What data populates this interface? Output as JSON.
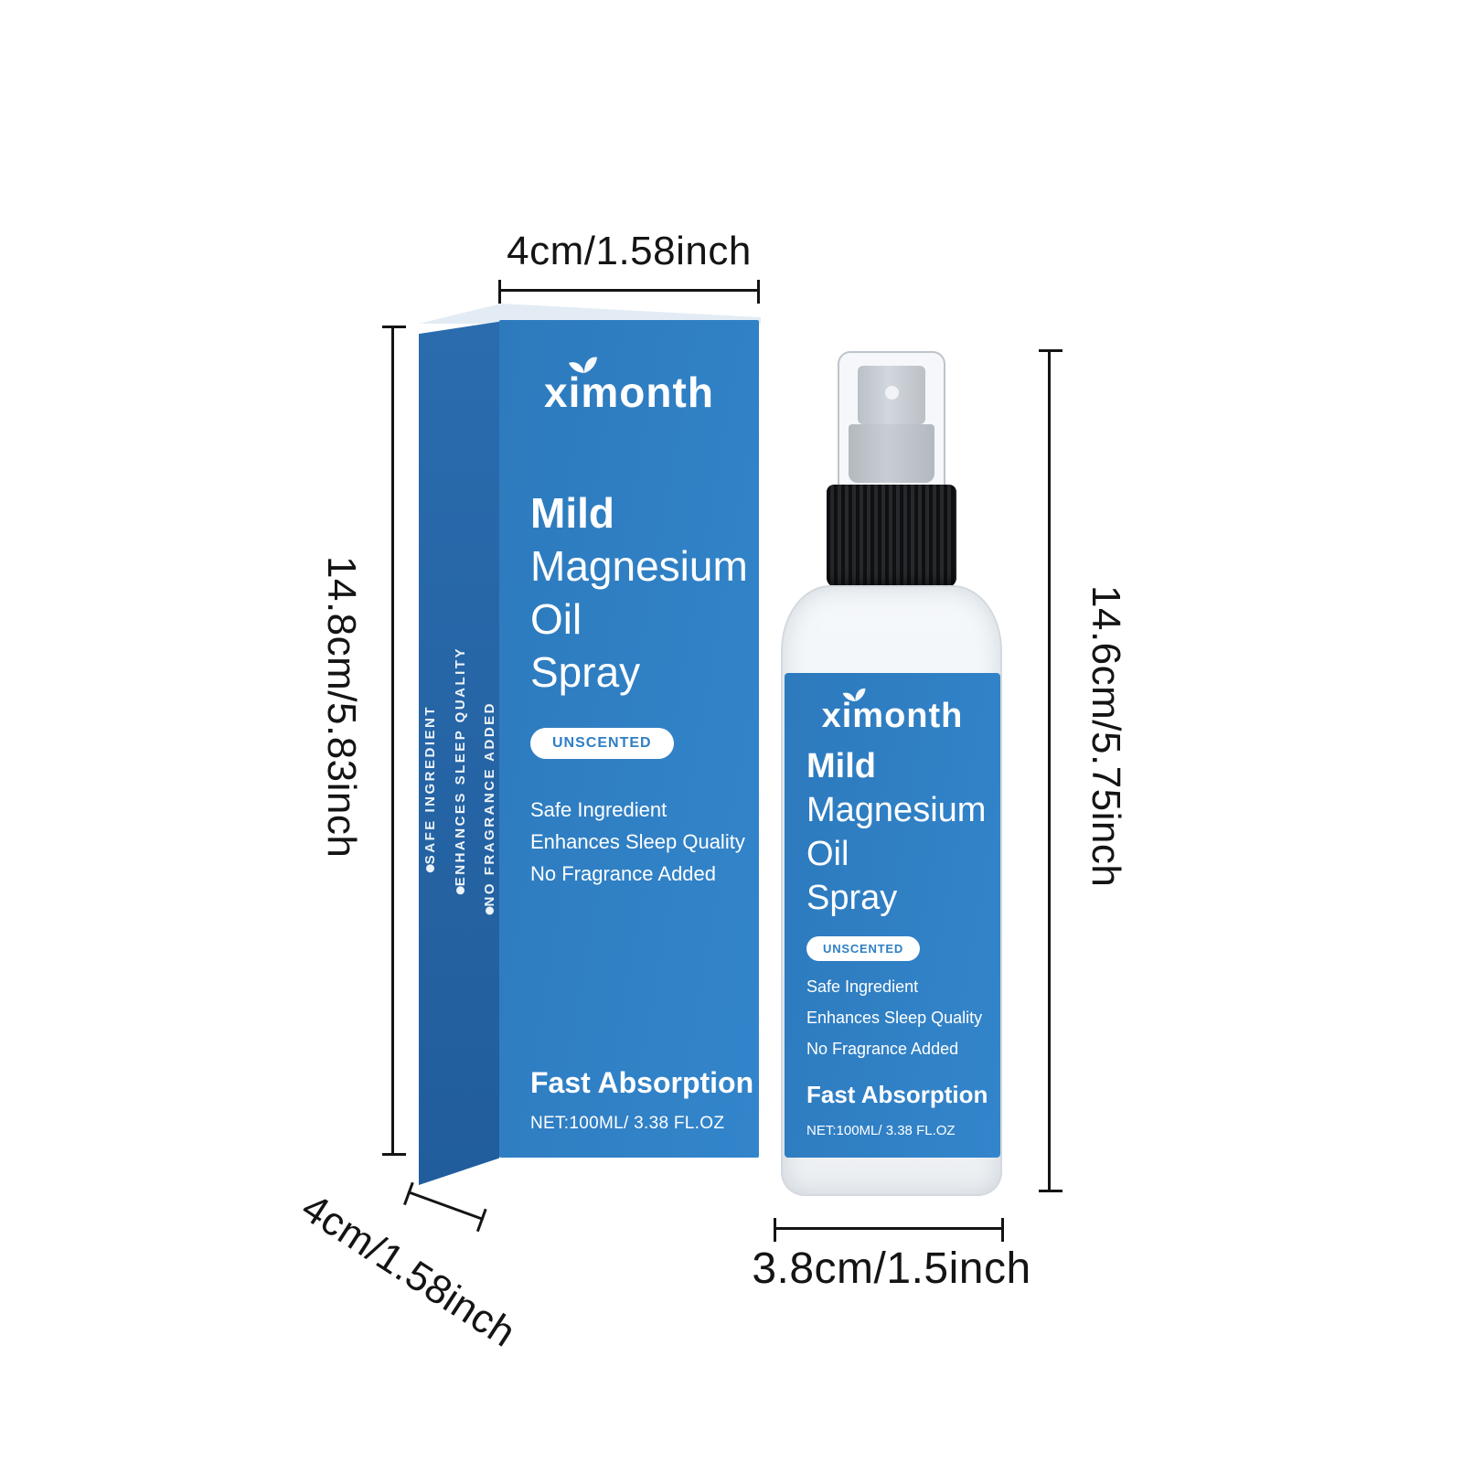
{
  "dimensions": {
    "box_width": "4cm/1.58inch",
    "box_height": "14.8cm/5.83inch",
    "box_depth": "4cm/1.58inch",
    "bottle_height": "14.6cm/5.75inch",
    "bottle_width": "3.8cm/1.5inch"
  },
  "product": {
    "brand": "ximonth",
    "title_lines": [
      "Mild",
      "Magnesium",
      "Oil",
      "Spray"
    ],
    "badge": "UNSCENTED",
    "features": [
      "Safe Ingredient",
      "Enhances Sleep Quality",
      "No Fragrance Added"
    ],
    "tagline": "Fast Absorption",
    "net": "NET:100ML/ 3.38 FL.OZ",
    "side_text": [
      "SAFE INGREDIENT",
      "ENHANCES SLEEP QUALITY",
      "NO FRAGRANCE ADDED"
    ]
  },
  "colors": {
    "brand_blue": "#2e7fc4",
    "side_blue": "#2465a4",
    "badge_text": "#2e7fc4",
    "dimension_line": "#141414",
    "cap_black": "#17181a"
  }
}
